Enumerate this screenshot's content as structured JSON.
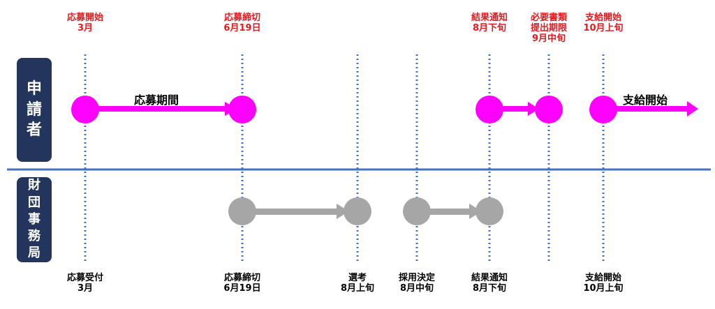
{
  "lanes": {
    "applicant": {
      "label": "申請者"
    },
    "foundation": {
      "label": "財団事務局"
    }
  },
  "top_labels": [
    {
      "id": "apply-start",
      "lines": [
        "応募開始",
        "3月"
      ]
    },
    {
      "id": "apply-deadline",
      "lines": [
        "応募締切",
        "6月19日"
      ]
    },
    {
      "id": "result-notice",
      "lines": [
        "結果通知",
        "8月下旬"
      ]
    },
    {
      "id": "docs-deadline",
      "lines": [
        "必要書類",
        "提出期限",
        "9月中旬"
      ]
    },
    {
      "id": "payment-start",
      "lines": [
        "支給開始",
        "10月上旬"
      ]
    }
  ],
  "bottom_labels": [
    {
      "id": "apply-receive",
      "lines": [
        "応募受付",
        "3月"
      ]
    },
    {
      "id": "deadline",
      "lines": [
        "応募締切",
        "6月19日"
      ]
    },
    {
      "id": "selection",
      "lines": [
        "選考",
        "8月上旬"
      ]
    },
    {
      "id": "adoption",
      "lines": [
        "採用決定",
        "8月中旬"
      ]
    },
    {
      "id": "result",
      "lines": [
        "結果通知",
        "8月下旬"
      ]
    },
    {
      "id": "payment",
      "lines": [
        "支給開始",
        "10月上旬"
      ]
    }
  ],
  "bar_labels": {
    "application_period": "応募期間",
    "payment_start": "支給開始"
  },
  "colors": {
    "lane_badge": "#23355c",
    "divider": "#4472c4",
    "guide": "#4472c4",
    "applicant_node": "#ff00ff",
    "foundation_node": "#a6a6a6",
    "top_text": "#e8191e",
    "bottom_text": "#000000"
  }
}
